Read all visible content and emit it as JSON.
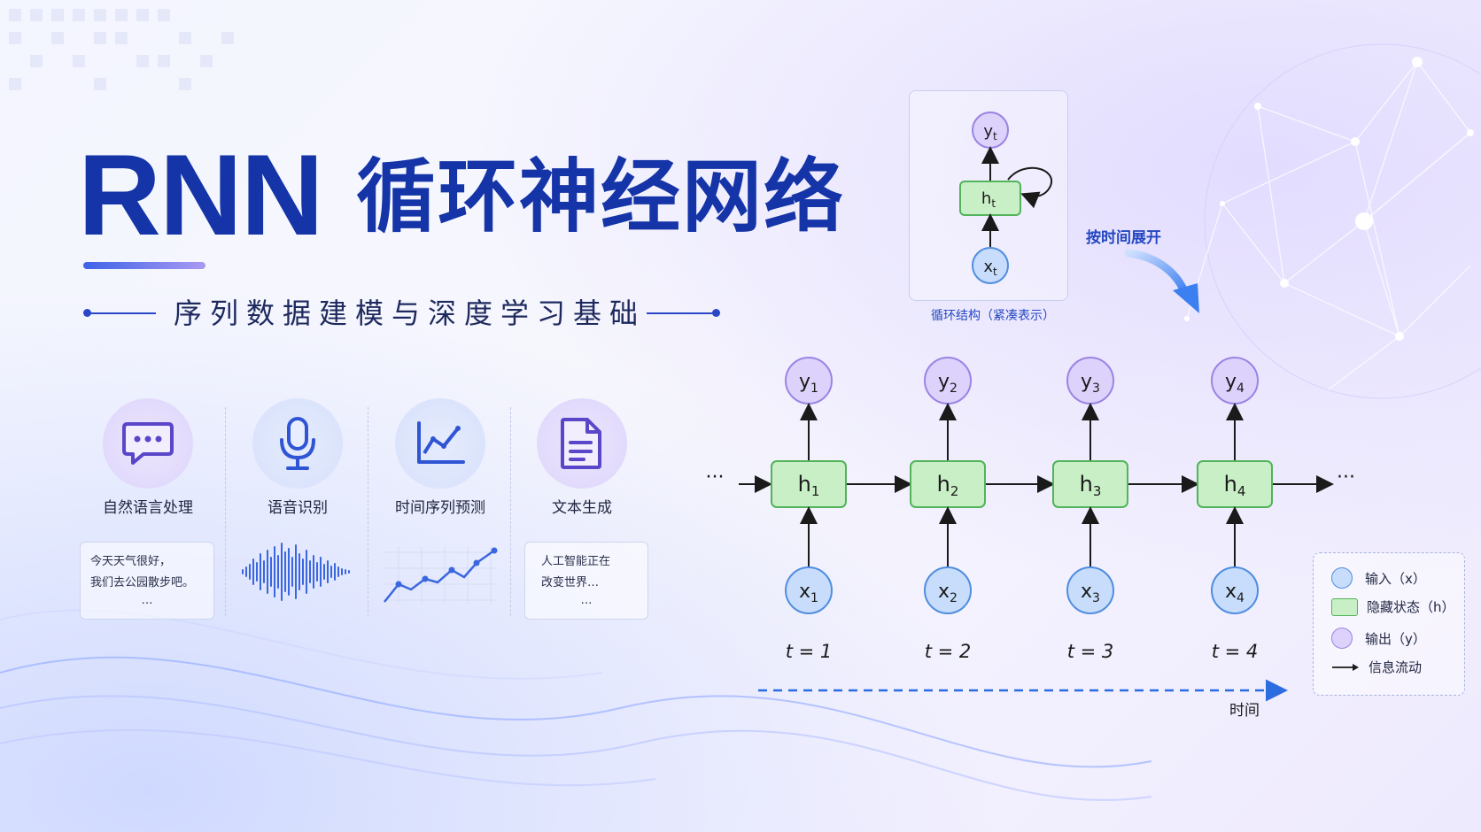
{
  "title": {
    "rnn": "RNN",
    "cn": "循环神经网络"
  },
  "subtitle": "序列数据建模与深度学习基础",
  "applications": [
    {
      "label": "自然语言处理",
      "icon": "chat-bubble-icon",
      "example": [
        "今天天气很好，",
        "我们去公园散步吧。",
        "…"
      ]
    },
    {
      "label": "语音识别",
      "icon": "microphone-icon"
    },
    {
      "label": "时间序列预测",
      "icon": "line-chart-icon"
    },
    {
      "label": "文本生成",
      "icon": "document-icon",
      "example": [
        "人工智能正在",
        "改变世界…",
        "…"
      ]
    }
  ],
  "compact": {
    "caption": "循环结构（紧凑表示）",
    "node_y": "y",
    "node_h": "h",
    "node_x": "x",
    "sub": "t"
  },
  "unfold_label": "按时间展开",
  "unrolled": {
    "ellipsis_left": "···",
    "ellipsis_right": "···",
    "steps": [
      {
        "y": "y",
        "h": "h",
        "x": "x",
        "sub": "1",
        "t": "t = 1"
      },
      {
        "y": "y",
        "h": "h",
        "x": "x",
        "sub": "2",
        "t": "t = 2"
      },
      {
        "y": "y",
        "h": "h",
        "x": "x",
        "sub": "3",
        "t": "t = 3"
      },
      {
        "y": "y",
        "h": "h",
        "x": "x",
        "sub": "4",
        "t": "t = 4"
      }
    ],
    "time_label": "时间"
  },
  "legend": [
    {
      "label": "输入（x）",
      "kind": "input"
    },
    {
      "label": "隐藏状态（h）",
      "kind": "hidden"
    },
    {
      "label": "输出（y）",
      "kind": "output"
    },
    {
      "label": "信息流动",
      "kind": "arrow"
    }
  ],
  "colors": {
    "title": "#1434a8",
    "input_fill": "#c7ddfb",
    "input_stroke": "#4f8de0",
    "hidden_fill": "#c9efc6",
    "hidden_stroke": "#52b35a",
    "output_fill": "#ddd2fb",
    "output_stroke": "#9b83e3"
  }
}
